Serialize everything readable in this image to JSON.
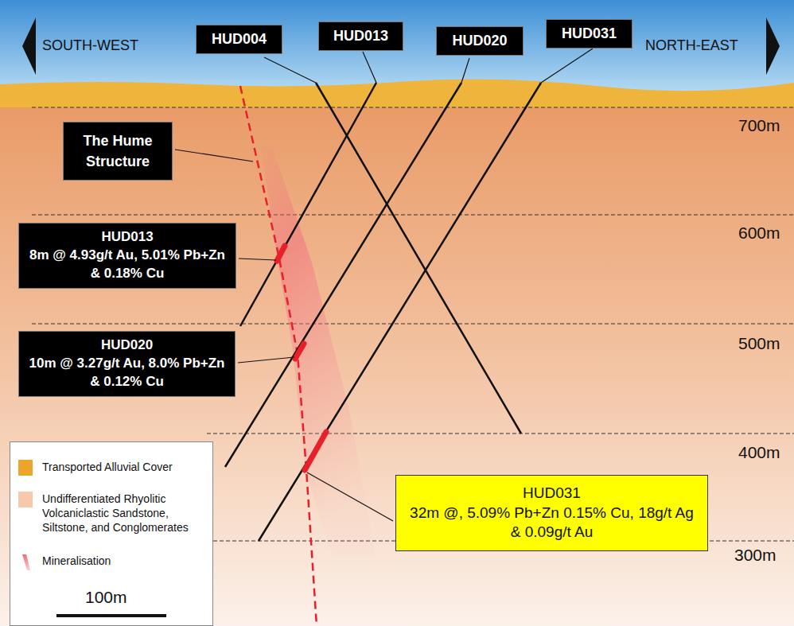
{
  "diagram": {
    "nodes": [
      {
        "text": [
          "HUD004"
        ]
      },
      {
        "text": [
          "HUD013"
        ]
      },
      {
        "text": [
          "HUD020"
        ]
      },
      {
        "text": [
          "HUD031"
        ]
      },
      {
        "text": [
          "The Hume Structure"
        ]
      },
      {
        "text": [
          "HUD013",
          "8m @ 4.93g/t Au, 5.01% Pb+Zn & 0.18% Cu"
        ]
      },
      {
        "text": [
          "HUD020",
          "10m @ 3.27g/t Au, 8.0% Pb+Zn & 0.12% Cu"
        ]
      },
      {
        "text": [
          "HUD031",
          "32m @, 5.09% Pb+Zn 0.15% Cu, 18g/t Ag & 0.09g/t Au"
        ]
      }
    ],
    "labels": [
      "SOUTH-WEST",
      "NORTH-EAST",
      "700m",
      "600m",
      "500m",
      "400m",
      "300m",
      "100m"
    ],
    "legend": [
      {
        "text": "Transported Alluvial Cover",
        "color": "#eba52c"
      },
      {
        "text": "Undifferentiated Rhyolitic Volcaniclastic Sandstone, Siltstone, and Conglomerates",
        "color": "#f6c9ad"
      },
      {
        "text": "Mineralisation"
      }
    ]
  }
}
